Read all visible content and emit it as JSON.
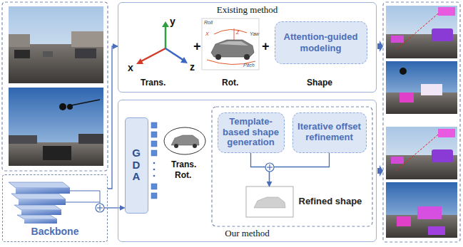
{
  "diagram": {
    "nodes": [
      {
        "text": [
          "Existing method"
        ]
      },
      {
        "text": [
          "Attention-guided modeling"
        ],
        "in": 0
      },
      {
        "text": [
          "Our method"
        ]
      },
      {
        "text": [
          "GDA"
        ],
        "in": 2
      },
      {
        "text": [
          "Template-based shape generation"
        ],
        "in": 2
      },
      {
        "text": [
          "Iterative offset refinement"
        ],
        "in": 2
      },
      {
        "text": [
          "Refined shape"
        ],
        "in": 2
      },
      {
        "text": [
          "Backbone"
        ]
      }
    ],
    "edges": [
      {
        "from": 7,
        "to": 0,
        "arrow": "to"
      },
      {
        "from": 7,
        "to": 3,
        "arrow": "to"
      },
      {
        "from": 4,
        "to": 6,
        "arrow": "to"
      },
      {
        "from": 5,
        "to": 6,
        "arrow": "to"
      }
    ],
    "labels": [
      "y",
      "x",
      "z",
      "Trans.",
      "+",
      "Roll",
      "X",
      "Yaw",
      "Z",
      "Pitch",
      "Rot.",
      "+",
      "Shape",
      "Trans.",
      "Rot."
    ]
  }
}
